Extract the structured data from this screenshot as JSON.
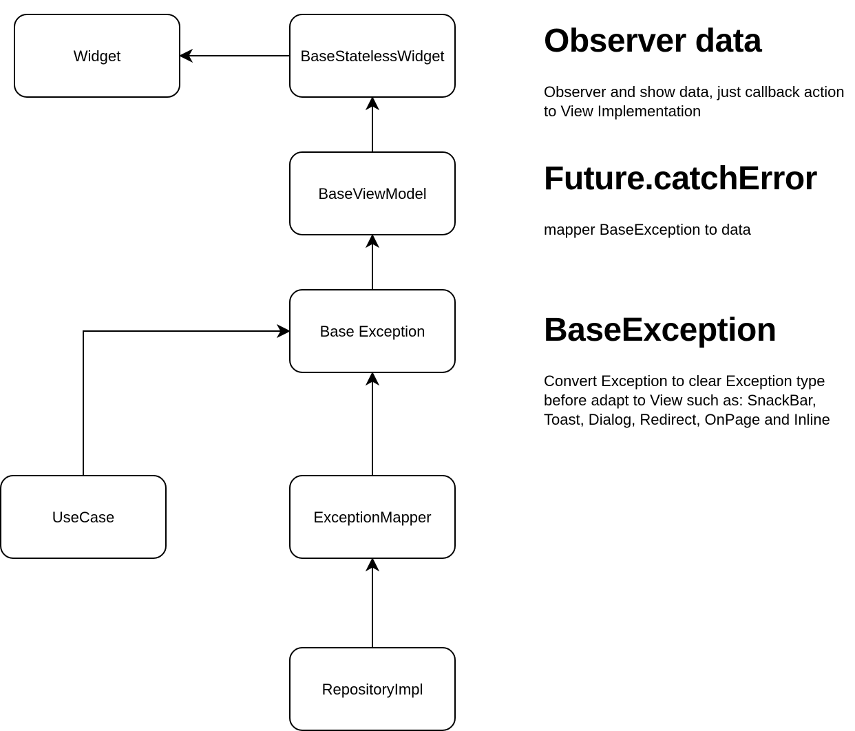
{
  "diagram": {
    "nodes": [
      {
        "id": "widget",
        "label": "Widget"
      },
      {
        "id": "base_stateless_widget",
        "label": "BaseStatelessWidget"
      },
      {
        "id": "base_view_model",
        "label": "BaseViewModel"
      },
      {
        "id": "base_exception",
        "label": "Base Exception"
      },
      {
        "id": "use_case",
        "label": "UseCase"
      },
      {
        "id": "exception_mapper",
        "label": "ExceptionMapper"
      },
      {
        "id": "repository_impl",
        "label": "RepositoryImpl"
      }
    ],
    "edges": [
      {
        "from": "base_stateless_widget",
        "to": "widget"
      },
      {
        "from": "base_view_model",
        "to": "base_stateless_widget"
      },
      {
        "from": "base_exception",
        "to": "base_view_model"
      },
      {
        "from": "exception_mapper",
        "to": "base_exception"
      },
      {
        "from": "use_case",
        "to": "base_exception"
      },
      {
        "from": "repository_impl",
        "to": "exception_mapper"
      }
    ]
  },
  "notes": {
    "observer": {
      "title": "Observer data",
      "body": "Observer and show data, just callback action to View Implementation"
    },
    "catch_error": {
      "title": "Future.catchError",
      "body": "mapper BaseException to data"
    },
    "base_exception": {
      "title": "BaseException",
      "body": "Convert Exception to clear Exception type before adapt to View such as: SnackBar, Toast, Dialog, Redirect, OnPage and Inline"
    }
  },
  "colors": {
    "stroke": "#000000",
    "background": "#ffffff",
    "text": "#000000"
  }
}
